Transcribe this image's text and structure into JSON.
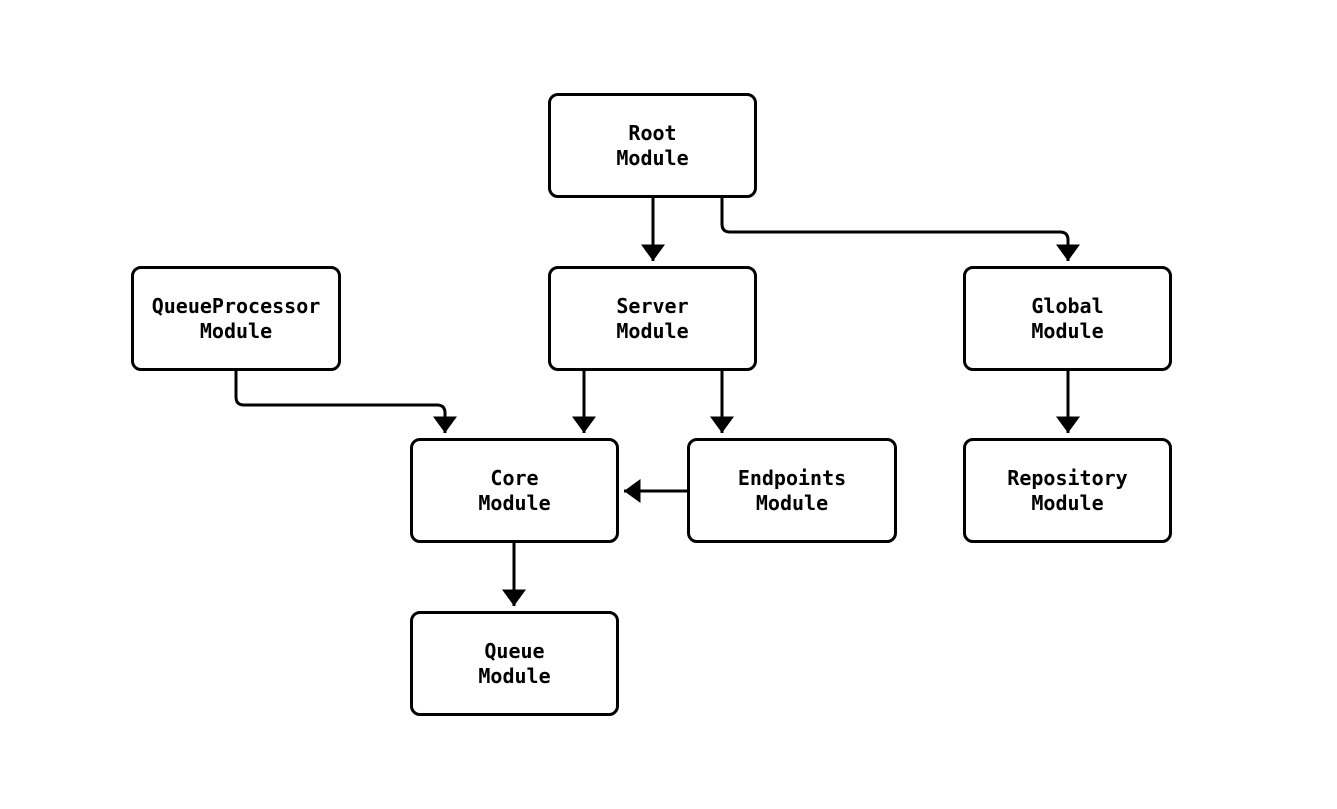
{
  "diagram": {
    "background_color": "#ffffff",
    "stroke_color": "#000000",
    "node_fill_color": "#ffffff",
    "text_color": "#000000",
    "nodes": {
      "root": {
        "line1": "Root",
        "line2": "Module"
      },
      "queueprocessor": {
        "line1": "QueueProcessor",
        "line2": "Module"
      },
      "server": {
        "line1": "Server",
        "line2": "Module"
      },
      "global": {
        "line1": "Global",
        "line2": "Module"
      },
      "core": {
        "line1": "Core",
        "line2": "Module"
      },
      "endpoints": {
        "line1": "Endpoints",
        "line2": "Module"
      },
      "repository": {
        "line1": "Repository",
        "line2": "Module"
      },
      "queue": {
        "line1": "Queue",
        "line2": "Module"
      }
    },
    "edges": [
      {
        "from": "Root Module",
        "to": "Server Module"
      },
      {
        "from": "Root Module",
        "to": "Global Module"
      },
      {
        "from": "QueueProcessor Module",
        "to": "Core Module"
      },
      {
        "from": "Server Module",
        "to": "Core Module"
      },
      {
        "from": "Server Module",
        "to": "Endpoints Module"
      },
      {
        "from": "Endpoints Module",
        "to": "Core Module"
      },
      {
        "from": "Global Module",
        "to": "Repository Module"
      },
      {
        "from": "Core Module",
        "to": "Queue Module"
      }
    ]
  }
}
